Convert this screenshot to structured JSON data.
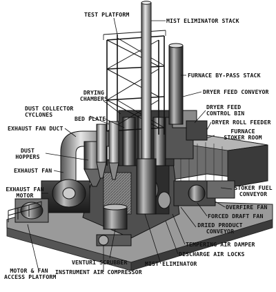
{
  "labels": {
    "test_platform": "TEST PLATFORM",
    "mist_eliminator_stack": "MIST ELIMINATOR STACK",
    "furnace_bypass_stack": "FURNACE BY-PASS STACK",
    "dryer_feed_conveyor": "DRYER FEED CONVEYOR",
    "drying_chambers": "DRYING\nCHAMBERS",
    "dryer_feed_control_bin": "DRYER FEED\nCONTROL BIN",
    "dust_collector_cyclones": "DUST COLLECTOR\nCYCLONES",
    "bed_plate": "BED PLATE",
    "dryer_roll_feeder": "DRYER ROLL FEEDER",
    "exhaust_fan_duct": "EXHAUST FAN DUCT",
    "furnace_stoker_room": "FURNACE\nSTOKER ROOM",
    "dust_hoppers": "DUST\nHOPPERS",
    "exhaust_fan": "EXHAUST FAN",
    "exhaust_fan_motor": "EXHAUST FAN\nMOTOR",
    "stoker_fuel_conveyor": "STOKER FUEL\nCONVEYOR",
    "overfire_fan": "OVERFIRE FAN",
    "forced_draft_fan": "FORCED DRAFT FAN",
    "dried_product_conveyor": "DRIED PRODUCT\nCONVEYOR",
    "tempering_air_damper": "TEMPERING AIR DAMPER",
    "discharge_air_locks": "DISCHARGE AIR LOCKS",
    "venturi_scrubber": "VENTURI SCRUBBER",
    "mist_eliminator": "MIST ELIMINATOR",
    "motor_fan_access_platform": "MOTOR & FAN\nACCESS PLATFORM",
    "instrument_air_compressor": "INSTRUMENT AIR COMPRESSOR"
  }
}
